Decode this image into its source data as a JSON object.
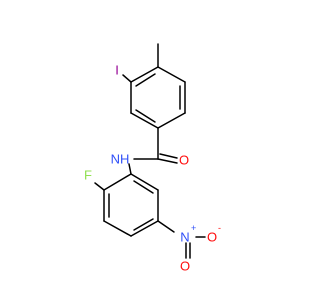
{
  "molecule": {
    "atoms": {
      "iodine": "I",
      "carbonyl_oxygen": "O",
      "amide_nh": "NH",
      "fluorine": "F",
      "nitro_nitrogen": "N",
      "nitro_charge_plus": "+",
      "nitro_oxygen_double": "O",
      "nitro_oxygen_single": "O",
      "nitro_charge_minus": "-"
    },
    "colors": {
      "iodine": "#940094",
      "oxygen": "#ff0d0d",
      "nitrogen": "#3050f8",
      "fluorine": "#90e050",
      "bond": "#000000"
    }
  }
}
